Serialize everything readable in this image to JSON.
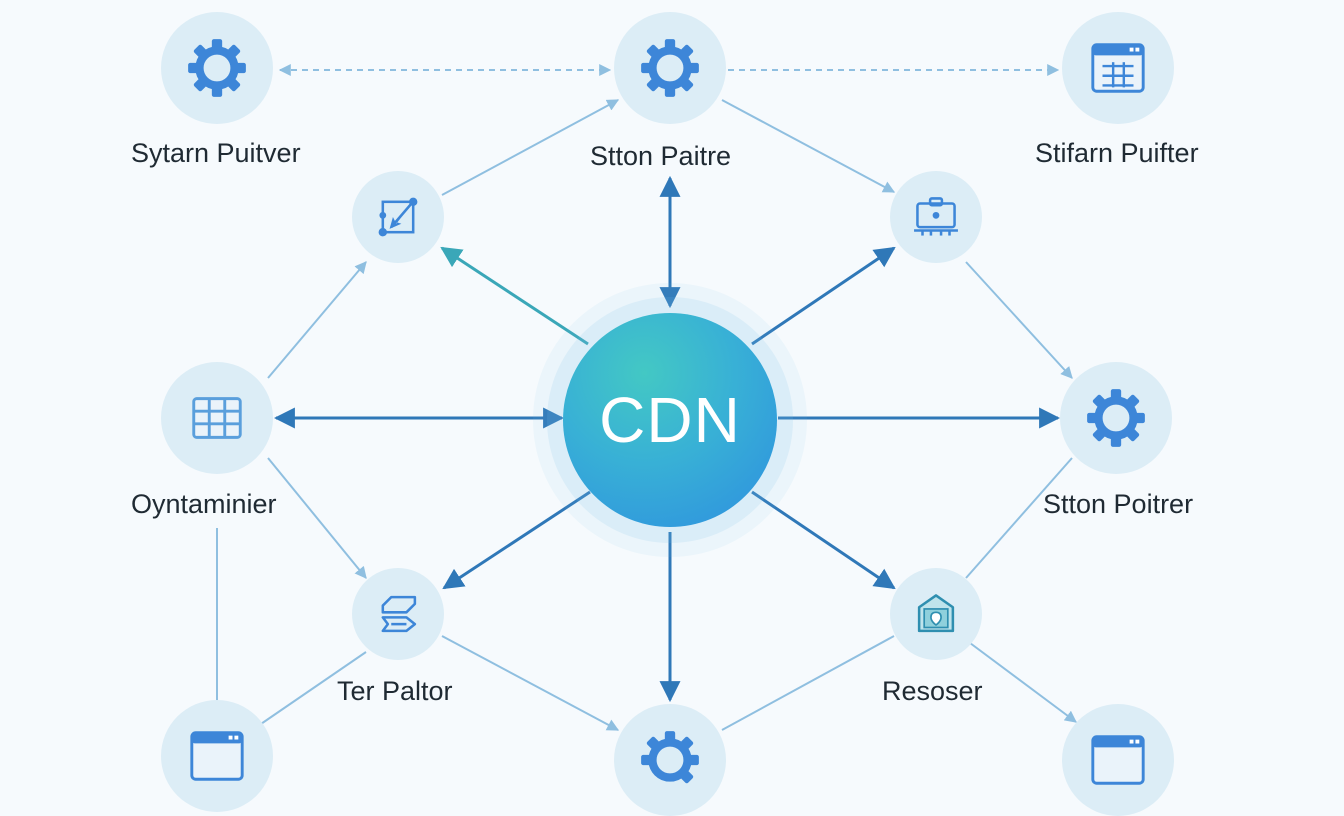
{
  "hub": {
    "label": "CDN"
  },
  "nodes": [
    {
      "id": "system-puitver",
      "label": "Sytarn Puitver",
      "icon": "gear-icon"
    },
    {
      "id": "stton-paitre",
      "label": "Stton Paitre",
      "icon": "gear-icon"
    },
    {
      "id": "stifarn-puifter",
      "label": "Stifarn Puifter",
      "icon": "browser-window-icon"
    },
    {
      "id": "oyntaminier",
      "label": "Oyntaminier",
      "icon": "grid-table-icon"
    },
    {
      "id": "stton-poitrer",
      "label": "Stton Poitrer",
      "icon": "gear-icon"
    },
    {
      "id": "ter-paltor",
      "label": "Ter Paltor",
      "icon": "stack-layers-icon"
    },
    {
      "id": "resoser",
      "label": "Resoser",
      "icon": "shield-box-icon"
    },
    {
      "id": "graph-editor",
      "label": "",
      "icon": "graph-editor-icon"
    },
    {
      "id": "monitor",
      "label": "",
      "icon": "monitor-icon"
    },
    {
      "id": "bottom-left-window",
      "label": "",
      "icon": "browser-window-icon"
    },
    {
      "id": "bottom-center-gear",
      "label": "",
      "icon": "gear-icon"
    },
    {
      "id": "bottom-right-window",
      "label": "",
      "icon": "browser-window-icon"
    }
  ],
  "colors": {
    "background": "#f6fafd",
    "node_fill": "#dcedf6",
    "icon_blue": "#3d86d8",
    "hub_teal": "#43c8c4",
    "hub_blue": "#2d8ee0",
    "strong_arrow": "#2f78b8",
    "light_line": "#8fbfe0"
  }
}
